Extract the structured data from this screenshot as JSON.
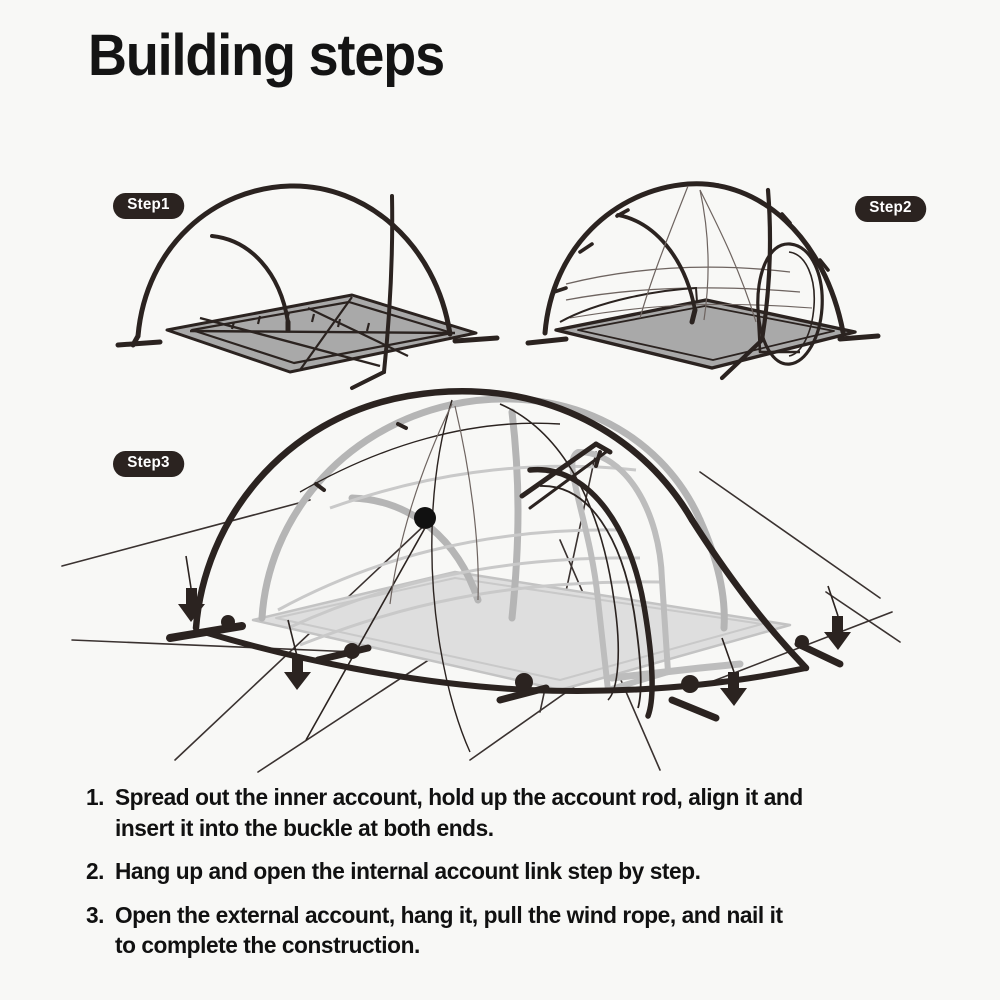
{
  "page": {
    "title": "Building steps",
    "background_color": "#f8f8f6"
  },
  "colors": {
    "ink": "#2b2320",
    "fly_outline": "#2b2320",
    "inner_pole": "#b5b5b5",
    "floor_fill": "#a9a9a9",
    "floor_fill_light": "#d9d9d9",
    "badge_bg": "#2b2320",
    "badge_text": "#ffffff",
    "text": "#111111",
    "guy_line": "#3a3230"
  },
  "steps": [
    {
      "id": "step1",
      "label": "Step1",
      "description": "Tent pole frame arched over the gray groundsheet with pole sleeves crossing diagonally"
    },
    {
      "id": "step2",
      "label": "Step2",
      "description": "Inner tent hung from the pole frame showing the round door opening"
    },
    {
      "id": "step3",
      "label": "Step3",
      "description": "Complete tent with rainfly, vestibule door, guy lines pulled taut and stakes driven down"
    }
  ],
  "instructions": [
    {
      "number": "1.",
      "text": "Spread out the inner account, hold up the account rod, align it and insert it into the buckle at both ends."
    },
    {
      "number": "2.",
      "text": "Hang up and open the internal account link step by step."
    },
    {
      "number": "3.",
      "text": "Open the external account, hang it, pull the wind rope, and nail it to complete the construction."
    }
  ],
  "annotations": {
    "stake_arrow_count": 4,
    "stake_arrow_name": "stake-down-arrow",
    "knob_marker_name": "vent-knob-marker",
    "guy_line_count": 4
  }
}
